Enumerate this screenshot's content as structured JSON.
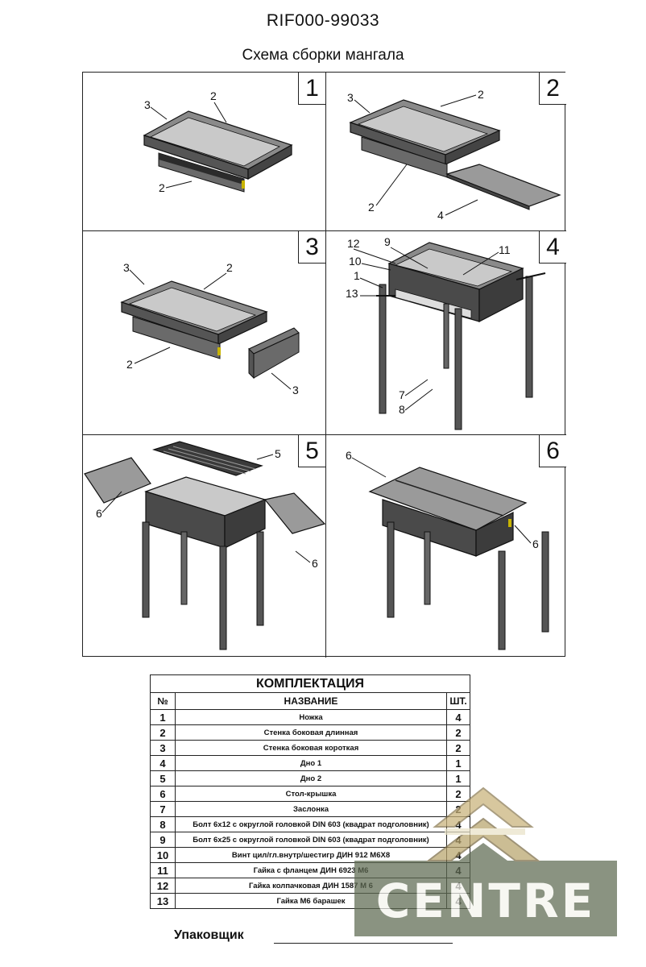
{
  "document": {
    "code": "RIF000-99033",
    "title": "Схема сборки  мангала"
  },
  "steps": [
    {
      "number": "1",
      "callouts": [
        "3",
        "2",
        "2"
      ]
    },
    {
      "number": "2",
      "callouts": [
        "3",
        "2",
        "2",
        "4"
      ]
    },
    {
      "number": "3",
      "callouts": [
        "3",
        "2",
        "2",
        "3"
      ]
    },
    {
      "number": "4",
      "callouts": [
        "12",
        "9",
        "11",
        "10",
        "1",
        "13",
        "7",
        "8"
      ]
    },
    {
      "number": "5",
      "callouts": [
        "5",
        "6",
        "6"
      ]
    },
    {
      "number": "6",
      "callouts": [
        "6",
        "6"
      ]
    }
  ],
  "kit": {
    "caption": "КОМПЛЕКТАЦИЯ",
    "headers": {
      "no": "№",
      "name": "НАЗВАНИЕ",
      "qty": "ШТ."
    },
    "rows": [
      {
        "no": "1",
        "name": "Ножка",
        "qty": "4"
      },
      {
        "no": "2",
        "name": "Стенка боковая длинная",
        "qty": "2"
      },
      {
        "no": "3",
        "name": "Стенка боковая короткая",
        "qty": "2"
      },
      {
        "no": "4",
        "name": "Дно 1",
        "qty": "1"
      },
      {
        "no": "5",
        "name": "Дно 2",
        "qty": "1"
      },
      {
        "no": "6",
        "name": "Стол-крышка",
        "qty": "2"
      },
      {
        "no": "7",
        "name": "Заслонка",
        "qty": "2"
      },
      {
        "no": "8",
        "name": "Болт 6х12 с округлой головкой DIN 603 (квадрат подголовник)",
        "qty": "4"
      },
      {
        "no": "9",
        "name": "Болт 6х25 с округлой головкой DIN 603 (квадрат подголовник)",
        "qty": "4"
      },
      {
        "no": "10",
        "name": "Винт цил/гл.внутр/шестигр ДИН 912 М6Х8",
        "qty": "4"
      },
      {
        "no": "11",
        "name": "Гайка с фланцем ДИН 6923 М6",
        "qty": "4"
      },
      {
        "no": "12",
        "name": "Гайка колпачковая ДИН 1587  М 6",
        "qty": "4"
      },
      {
        "no": "13",
        "name": "Гайка М6 барашек",
        "qty": "4"
      }
    ]
  },
  "footer": {
    "packer_label": "Упаковщик"
  },
  "watermark": {
    "text": "CENTRE",
    "logo_icon": "exp-centre-logo-icon",
    "colors": {
      "dark": "#5e6a52",
      "gold": "#c9b27a",
      "light": "#e9e3c8"
    }
  }
}
